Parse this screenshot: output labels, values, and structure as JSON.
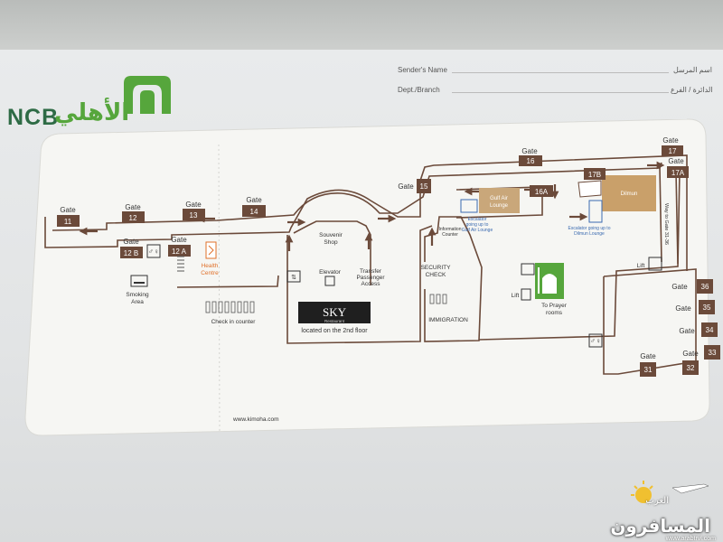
{
  "header": {
    "logo_en": "NCB",
    "logo_ar": "الأهلي",
    "sender_label_en": "Sender's Name",
    "sender_label_ar": "اسم المرسل",
    "dept_label_en": "Dept./Branch",
    "dept_label_ar": "الدائرة / الفرع"
  },
  "map": {
    "gates": [
      {
        "label": "Gate",
        "num": "11"
      },
      {
        "label": "Gate",
        "num": "12"
      },
      {
        "label": "Gate",
        "num": "13"
      },
      {
        "label": "Gate",
        "num": "14"
      },
      {
        "label": "Gate",
        "num": "15"
      },
      {
        "label": "Gate",
        "num": "16"
      },
      {
        "label": "Gate",
        "num": "17"
      },
      {
        "label": "Gate",
        "num": "12 B"
      },
      {
        "label": "Gate",
        "num": "12 A"
      },
      {
        "label": "",
        "num": "16A"
      },
      {
        "label": "",
        "num": "17B"
      },
      {
        "label": "Gate",
        "num": "17A"
      },
      {
        "label": "Gate",
        "num": "36"
      },
      {
        "label": "Gate",
        "num": "35"
      },
      {
        "label": "Gate",
        "num": "34"
      },
      {
        "label": "Gate",
        "num": "33"
      },
      {
        "label": "Gate",
        "num": "31"
      },
      {
        "label": "Gate",
        "num": "32"
      }
    ],
    "labels": {
      "health": "Health Centre",
      "smoking": "Smoking Area",
      "checkin": "Check in counter",
      "elevator": "Elevator",
      "transfer": "Transfer Passenger Access",
      "souvenir": "Souvenir Shop",
      "security": "SECURITY CHECK",
      "immigration": "IMMIGRATION",
      "restaurant_floor": "located on the 2nd floor",
      "restaurant_name": "SKY",
      "restaurant_sub": "Restaurant",
      "info": "Information Counter",
      "escalator_gulf": "Escalator going up to Gulf Air Lounge",
      "escalator_dilmun": "Escalator going up to Dilmun Lounge",
      "lift1": "Lift",
      "lift2": "Lift",
      "prayer": "To Prayer rooms",
      "way_to_gate": "Way to Gate 31-36",
      "website": "www.kimoha.com",
      "gulf_lounge": "Gulf Air Lounge",
      "dilmun_lounge": "Dilmun Lounge"
    }
  },
  "watermark": {
    "small": "العرب",
    "main": "المسافرون",
    "url": "www.arabtrvl.com"
  },
  "colors": {
    "route": "#6b4a3a",
    "gate_box": "#6b4a3a",
    "green": "#56a63c",
    "health": "#e0702a",
    "escalator_text": "#3a6ab0"
  }
}
